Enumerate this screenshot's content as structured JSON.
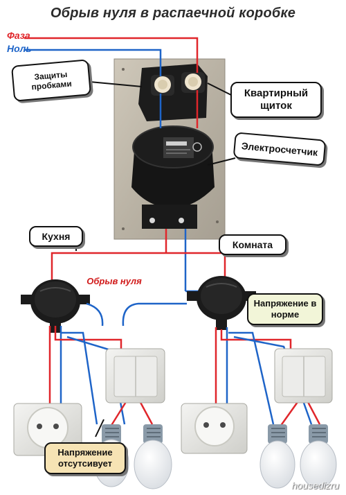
{
  "title": "Обрыв нуля в распаечной коробке",
  "wires": {
    "phase": {
      "label": "Фаза",
      "color": "#e0262b"
    },
    "neutral": {
      "label": "Ноль",
      "color": "#1e64c8"
    }
  },
  "callouts": {
    "fuses": "Защиты пробками",
    "panel": "Квартирный щиток",
    "meter": "Электросчетчик",
    "kitchen": "Кухня",
    "room": "Комната",
    "voltage_ok": "Напряжение в норме",
    "voltage_missing": "Напряжение отсутсивует"
  },
  "break_label": "Обрыв нуля",
  "watermark": "housеdizru",
  "colors": {
    "ok_fill": "#f2f5d8",
    "missing_fill": "#f6e3b4"
  }
}
